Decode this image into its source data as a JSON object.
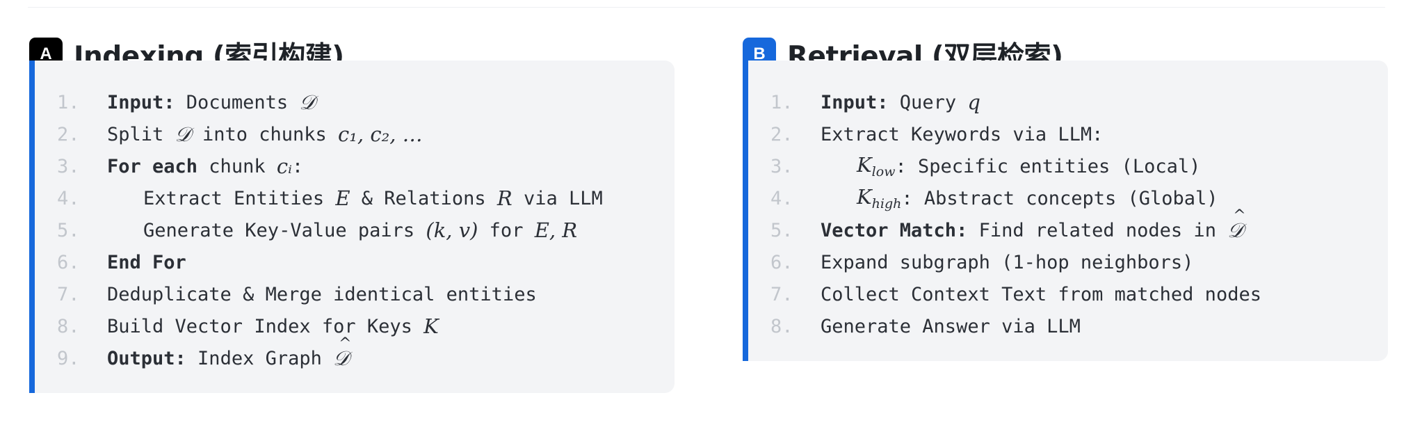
{
  "colors": {
    "accent_blue": "#1668dc",
    "badge_a": "#000000",
    "badge_b": "#1668dc",
    "box_bg": "#f3f4f6",
    "line_numbers": "#c2c6cc"
  },
  "indexing": {
    "badge": "A",
    "title": "Indexing (索引构建)",
    "steps": [
      {
        "num": "1.",
        "bold": "Input:",
        "text": " Documents ",
        "math": "𝒟"
      },
      {
        "num": "2.",
        "text_a": "Split ",
        "math_a": "𝒟",
        "text_b": " into chunks ",
        "math_b": "c₁, c₂, …"
      },
      {
        "num": "3.",
        "bold": "For each",
        "text": " chunk ",
        "math": "cᵢ",
        "tail": ":"
      },
      {
        "num": "4.",
        "text_a": "Extract Entities ",
        "math_a": "E",
        "text_b": " & Relations ",
        "math_b": "R",
        "text_c": " via LLM"
      },
      {
        "num": "5.",
        "text_a": "Generate Key-Value pairs ",
        "math_a": "(k, v)",
        "text_b": " for ",
        "math_b": "E, R"
      },
      {
        "num": "6.",
        "bold": "End For"
      },
      {
        "num": "7.",
        "text": "Deduplicate & Merge identical entities"
      },
      {
        "num": "8.",
        "text": "Build Vector Index for Keys ",
        "math": "K"
      },
      {
        "num": "9.",
        "bold": "Output:",
        "text": " Index Graph ",
        "math": "𝒟"
      }
    ]
  },
  "retrieval": {
    "badge": "B",
    "title": "Retrieval (双层检索)",
    "steps": [
      {
        "num": "1.",
        "bold": "Input:",
        "text": " Query ",
        "math": "q"
      },
      {
        "num": "2.",
        "text": "Extract Keywords via LLM:"
      },
      {
        "num": "3.",
        "math": "K",
        "sub": "low",
        "text": ": Specific entities (Local)"
      },
      {
        "num": "4.",
        "math": "K",
        "sub": "high",
        "text": ": Abstract concepts (Global)"
      },
      {
        "num": "5.",
        "bold": "Vector Match:",
        "text": " Find related nodes in ",
        "math": "𝒟"
      },
      {
        "num": "6.",
        "text": "Expand subgraph (1-hop neighbors)"
      },
      {
        "num": "7.",
        "text": "Collect Context Text from matched nodes"
      },
      {
        "num": "8.",
        "text": "Generate Answer via LLM"
      }
    ]
  }
}
